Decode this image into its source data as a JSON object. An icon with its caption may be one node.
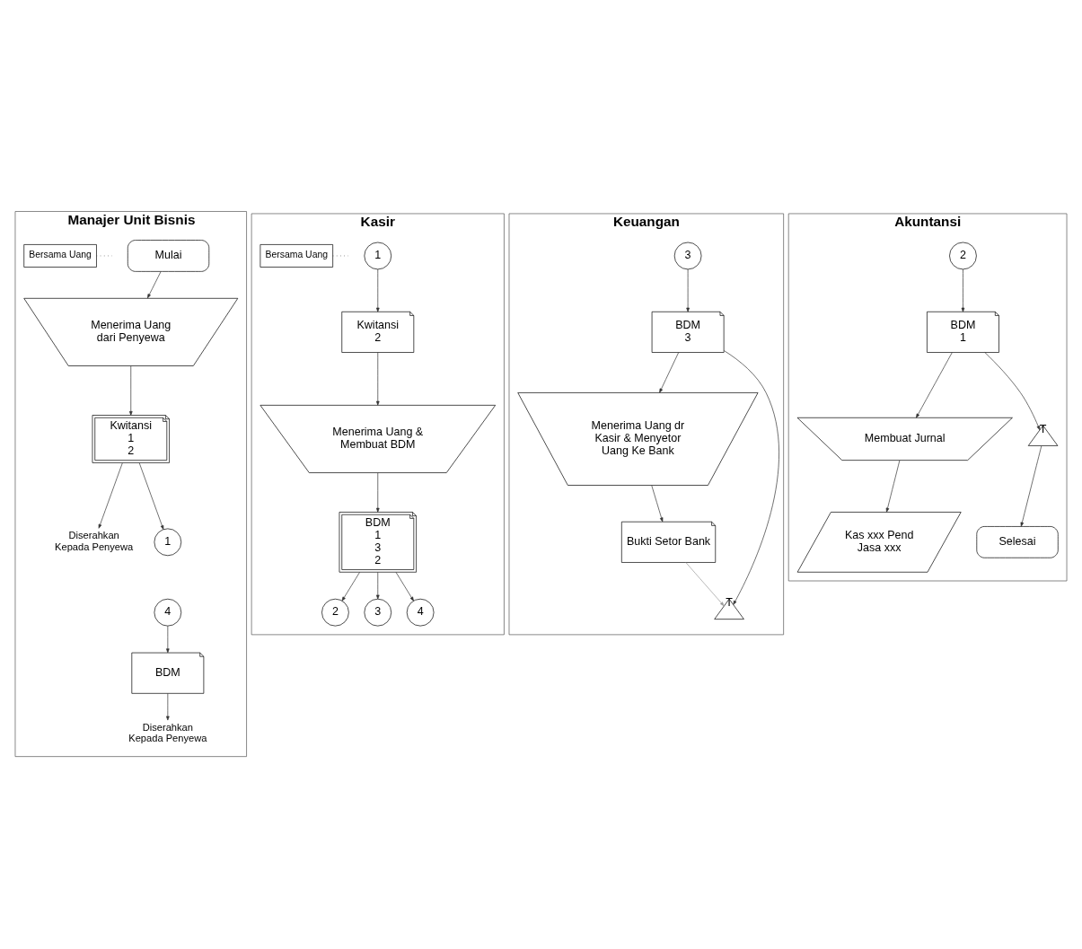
{
  "diagram": {
    "nodes": [
      {
        "text": [
          "Manajer Unit Bisnis"
        ]
      },
      {
        "text": [
          "Mulai"
        ],
        "in": 0
      },
      {
        "text": [
          "Menerima Uang dari Penyewa"
        ],
        "in": 0
      },
      {
        "text": [
          "Kwitansi",
          "1",
          "2"
        ],
        "in": 0
      },
      {
        "text": [
          "Diserahkan Kepada Penyewa"
        ],
        "in": 0
      },
      {
        "text": [
          "1"
        ],
        "in": 0
      },
      {
        "text": [
          "Bersama Uang"
        ],
        "in": 0
      },
      {
        "text": [
          "4"
        ],
        "in": 0
      },
      {
        "text": [
          "BDM"
        ],
        "in": 0
      },
      {
        "text": [
          "Diserahkan Kepada Penyewa"
        ],
        "in": 0
      },
      {
        "text": [
          "Kasir"
        ]
      },
      {
        "text": [
          "1"
        ],
        "in": 10
      },
      {
        "text": [
          "Kwitansi",
          "2"
        ],
        "in": 10
      },
      {
        "text": [
          "Menerima Uang & Membuat BDM"
        ],
        "in": 10
      },
      {
        "text": [
          "BDM",
          "1",
          "3",
          "2"
        ],
        "in": 10
      },
      {
        "text": [
          "Bersama Uang"
        ],
        "in": 10
      },
      {
        "text": [
          "2"
        ],
        "in": 10
      },
      {
        "text": [
          "3"
        ],
        "in": 10
      },
      {
        "text": [
          "4"
        ],
        "in": 10
      },
      {
        "text": [
          "Keuangan"
        ]
      },
      {
        "text": [
          "3"
        ],
        "in": 19
      },
      {
        "text": [
          "BDM",
          "3"
        ],
        "in": 19
      },
      {
        "text": [
          "Menerima Uang dr Kasir & Menyetor Uang Ke Bank"
        ],
        "in": 19
      },
      {
        "text": [
          "Bukti Setor Bank"
        ],
        "in": 19
      },
      {
        "text": [
          "T"
        ],
        "in": 19
      },
      {
        "text": [
          "Akuntansi"
        ]
      },
      {
        "text": [
          "2"
        ],
        "in": 25
      },
      {
        "text": [
          "BDM",
          "1"
        ],
        "in": 25
      },
      {
        "text": [
          "Membuat Jurnal"
        ],
        "in": 25
      },
      {
        "text": [
          "Kas xxx Pend Jasa xxx"
        ],
        "in": 25
      },
      {
        "text": [
          "T"
        ],
        "in": 25
      },
      {
        "text": [
          "Selesai"
        ],
        "in": 25
      }
    ],
    "edges": [
      {
        "from": 1,
        "to": 2,
        "arrow": "to"
      },
      {
        "from": 2,
        "to": 3,
        "arrow": "to"
      },
      {
        "from": 3,
        "to": 4,
        "arrow": "to"
      },
      {
        "from": 3,
        "to": 5,
        "arrow": "to"
      },
      {
        "from": 6,
        "to": null,
        "arrow": "none",
        "style": "dashed"
      },
      {
        "from": 7,
        "to": 8,
        "arrow": "to"
      },
      {
        "from": 8,
        "to": 9,
        "arrow": "to"
      },
      {
        "from": 11,
        "to": 12,
        "arrow": "to"
      },
      {
        "from": 12,
        "to": 13,
        "arrow": "to"
      },
      {
        "from": 13,
        "to": 14,
        "arrow": "to"
      },
      {
        "from": 14,
        "to": 16,
        "arrow": "to"
      },
      {
        "from": 14,
        "to": 17,
        "arrow": "to"
      },
      {
        "from": 14,
        "to": 18,
        "arrow": "to"
      },
      {
        "from": 15,
        "to": null,
        "arrow": "none",
        "style": "dashed"
      },
      {
        "from": 20,
        "to": 21,
        "arrow": "to"
      },
      {
        "from": 21,
        "to": 22,
        "arrow": "to"
      },
      {
        "from": 22,
        "to": 23,
        "arrow": "to"
      },
      {
        "from": 21,
        "to": 24,
        "arrow": "to"
      },
      {
        "from": 23,
        "to": 24,
        "arrow": "to",
        "color": "#999999"
      },
      {
        "from": 26,
        "to": 27,
        "arrow": "to"
      },
      {
        "from": 27,
        "to": 28,
        "arrow": "to"
      },
      {
        "from": 28,
        "to": 29,
        "arrow": "to"
      },
      {
        "from": 27,
        "to": 30,
        "arrow": "to"
      },
      {
        "from": 30,
        "to": 31,
        "arrow": "to"
      }
    ]
  }
}
